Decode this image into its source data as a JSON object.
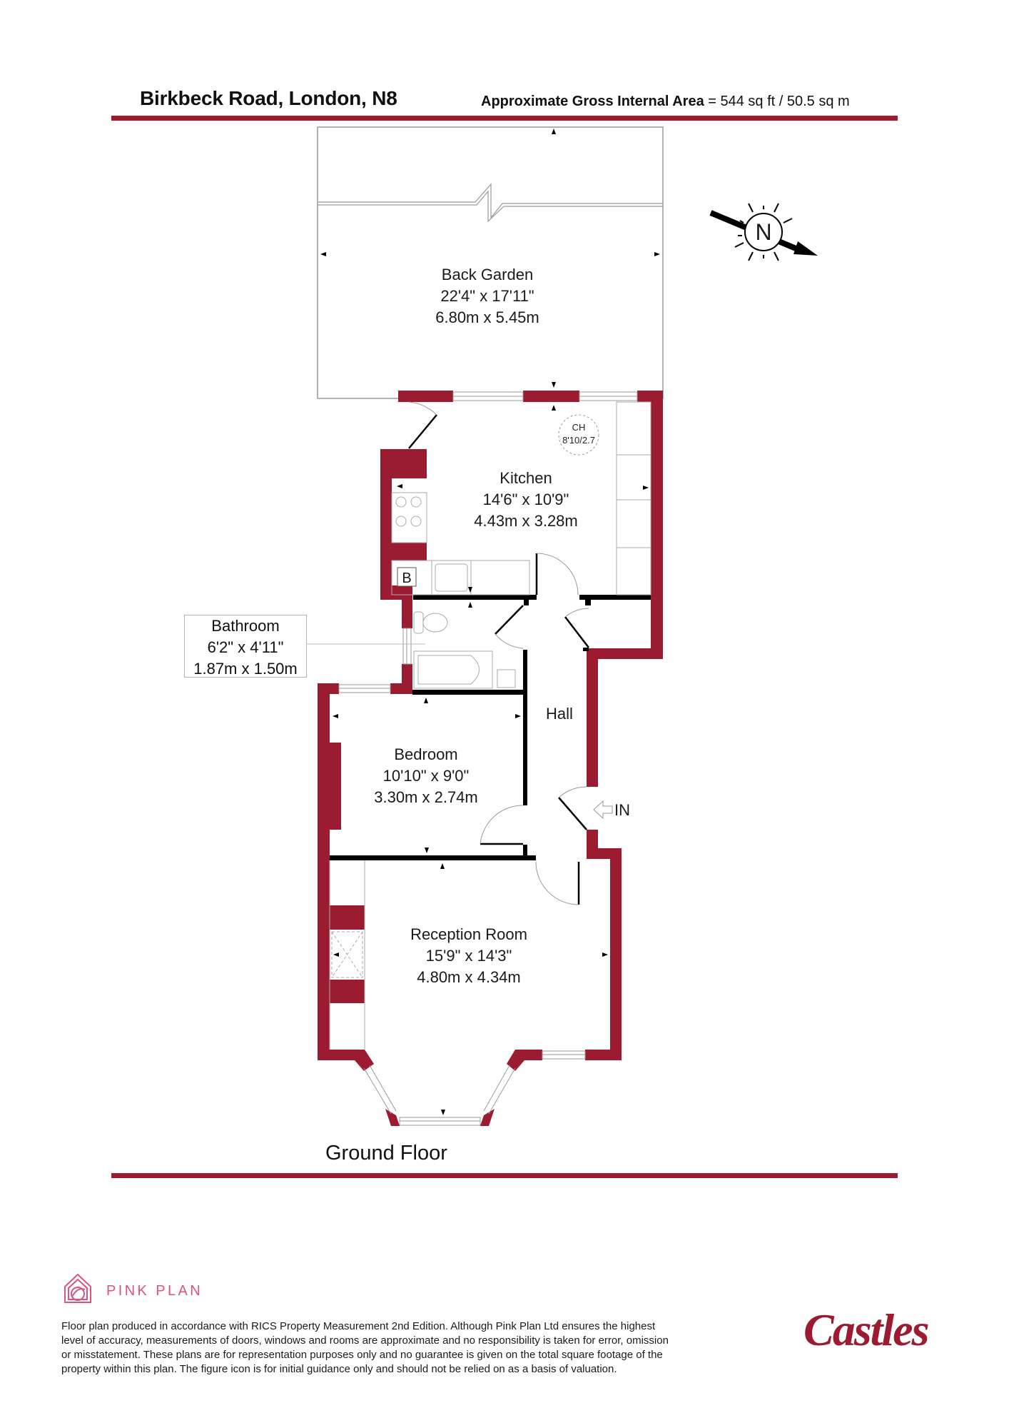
{
  "header": {
    "title": "Birkbeck Road, London, N8",
    "area_label": "Approximate Gross Internal Area",
    "area_value": "= 544 sq ft / 50.5 sq m"
  },
  "colors": {
    "wall": "#9b1c31",
    "internal_wall": "#000000",
    "brand_pink": "#d9557f",
    "castles_red": "#9b1c31"
  },
  "compass": {
    "label": "N",
    "icon": "compass-north-icon"
  },
  "rooms": {
    "back_garden": {
      "name": "Back Garden",
      "imperial": "22'4\" x 17'11\"",
      "metric": "6.80m x 5.45m"
    },
    "kitchen": {
      "name": "Kitchen",
      "imperial": "14'6\" x 10'9\"",
      "metric": "4.43m x 3.28m"
    },
    "bathroom": {
      "name": "Bathroom",
      "imperial": "6'2\" x 4'11\"",
      "metric": "1.87m x 1.50m"
    },
    "hall": {
      "name": "Hall"
    },
    "bedroom": {
      "name": "Bedroom",
      "imperial": "10'10\" x 9'0\"",
      "metric": "3.30m x 2.74m"
    },
    "reception": {
      "name": "Reception Room",
      "imperial": "15'9\" x 14'3\"",
      "metric": "4.80m x 4.34m"
    }
  },
  "annotations": {
    "ceiling_height_label": "CH",
    "ceiling_height_value": "8'10/2.7",
    "boiler_label": "B",
    "entrance_label": "IN"
  },
  "floor_label": "Ground Floor",
  "footer": {
    "brand": "PINK PLAN",
    "disclaimer_lines": [
      "Floor plan produced in accordance with RICS Property Measurement 2nd Edition. Although Pink Plan Ltd ensures the highest",
      "level of accuracy, measurements of doors, windows and rooms are approximate and no responsibility is taken for error, omission",
      "or misstatement. These plans are for representation purposes only and no guarantee is given on the total square footage of the",
      "property within this plan. The figure icon is for initial guidance only and should not be relied on as a basis of valuation."
    ],
    "agent_logo": "Castles"
  }
}
